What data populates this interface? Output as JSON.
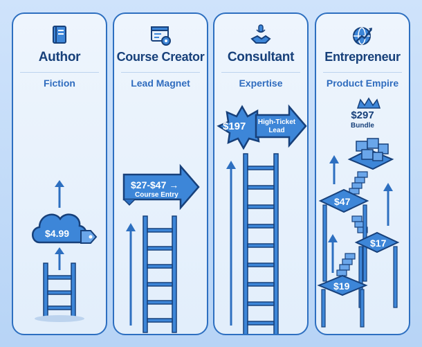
{
  "panels": [
    {
      "title": "Author",
      "subtitle": "Fiction",
      "icon": "book-icon",
      "price": "$4.99"
    },
    {
      "title": "Course Creator",
      "subtitle": "Lead Magnet",
      "icon": "browser-gear-icon",
      "price": "$27-$47 →",
      "price_note": "Course Entry"
    },
    {
      "title": "Consultant",
      "subtitle": "Expertise",
      "icon": "handshake-mic-icon",
      "price": "$197",
      "price_note": "High-Ticket Lead"
    },
    {
      "title": "Entrepreneur",
      "subtitle": "Product Empire",
      "icon": "globe-growth-icon",
      "top_price": "$297",
      "top_note": "Bundle",
      "steps": [
        "$47",
        "$17",
        "$19"
      ]
    }
  ],
  "colors": {
    "accent": "#2d6fc0",
    "dark": "#17407a",
    "fill": "#3d86d8"
  }
}
